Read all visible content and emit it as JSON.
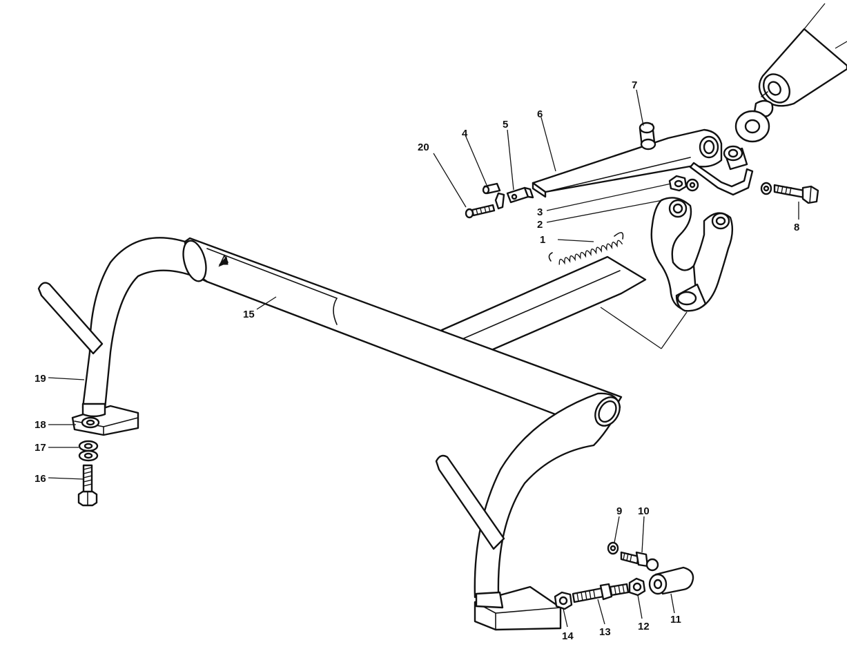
{
  "callouts": [
    {
      "id": "1",
      "label": "1"
    },
    {
      "id": "2",
      "label": "2"
    },
    {
      "id": "3",
      "label": "3"
    },
    {
      "id": "4",
      "label": "4"
    },
    {
      "id": "5",
      "label": "5"
    },
    {
      "id": "6",
      "label": "6"
    },
    {
      "id": "7",
      "label": "7"
    },
    {
      "id": "8",
      "label": "8"
    },
    {
      "id": "9",
      "label": "9"
    },
    {
      "id": "10",
      "label": "10"
    },
    {
      "id": "11",
      "label": "11"
    },
    {
      "id": "12",
      "label": "12"
    },
    {
      "id": "13",
      "label": "13"
    },
    {
      "id": "14",
      "label": "14"
    },
    {
      "id": "15",
      "label": "15"
    },
    {
      "id": "16",
      "label": "16"
    },
    {
      "id": "17",
      "label": "17"
    },
    {
      "id": "18",
      "label": "18"
    },
    {
      "id": "19",
      "label": "19"
    },
    {
      "id": "20",
      "label": "20"
    }
  ],
  "colors": {
    "line": "#111111",
    "paper": "#ffffff"
  }
}
